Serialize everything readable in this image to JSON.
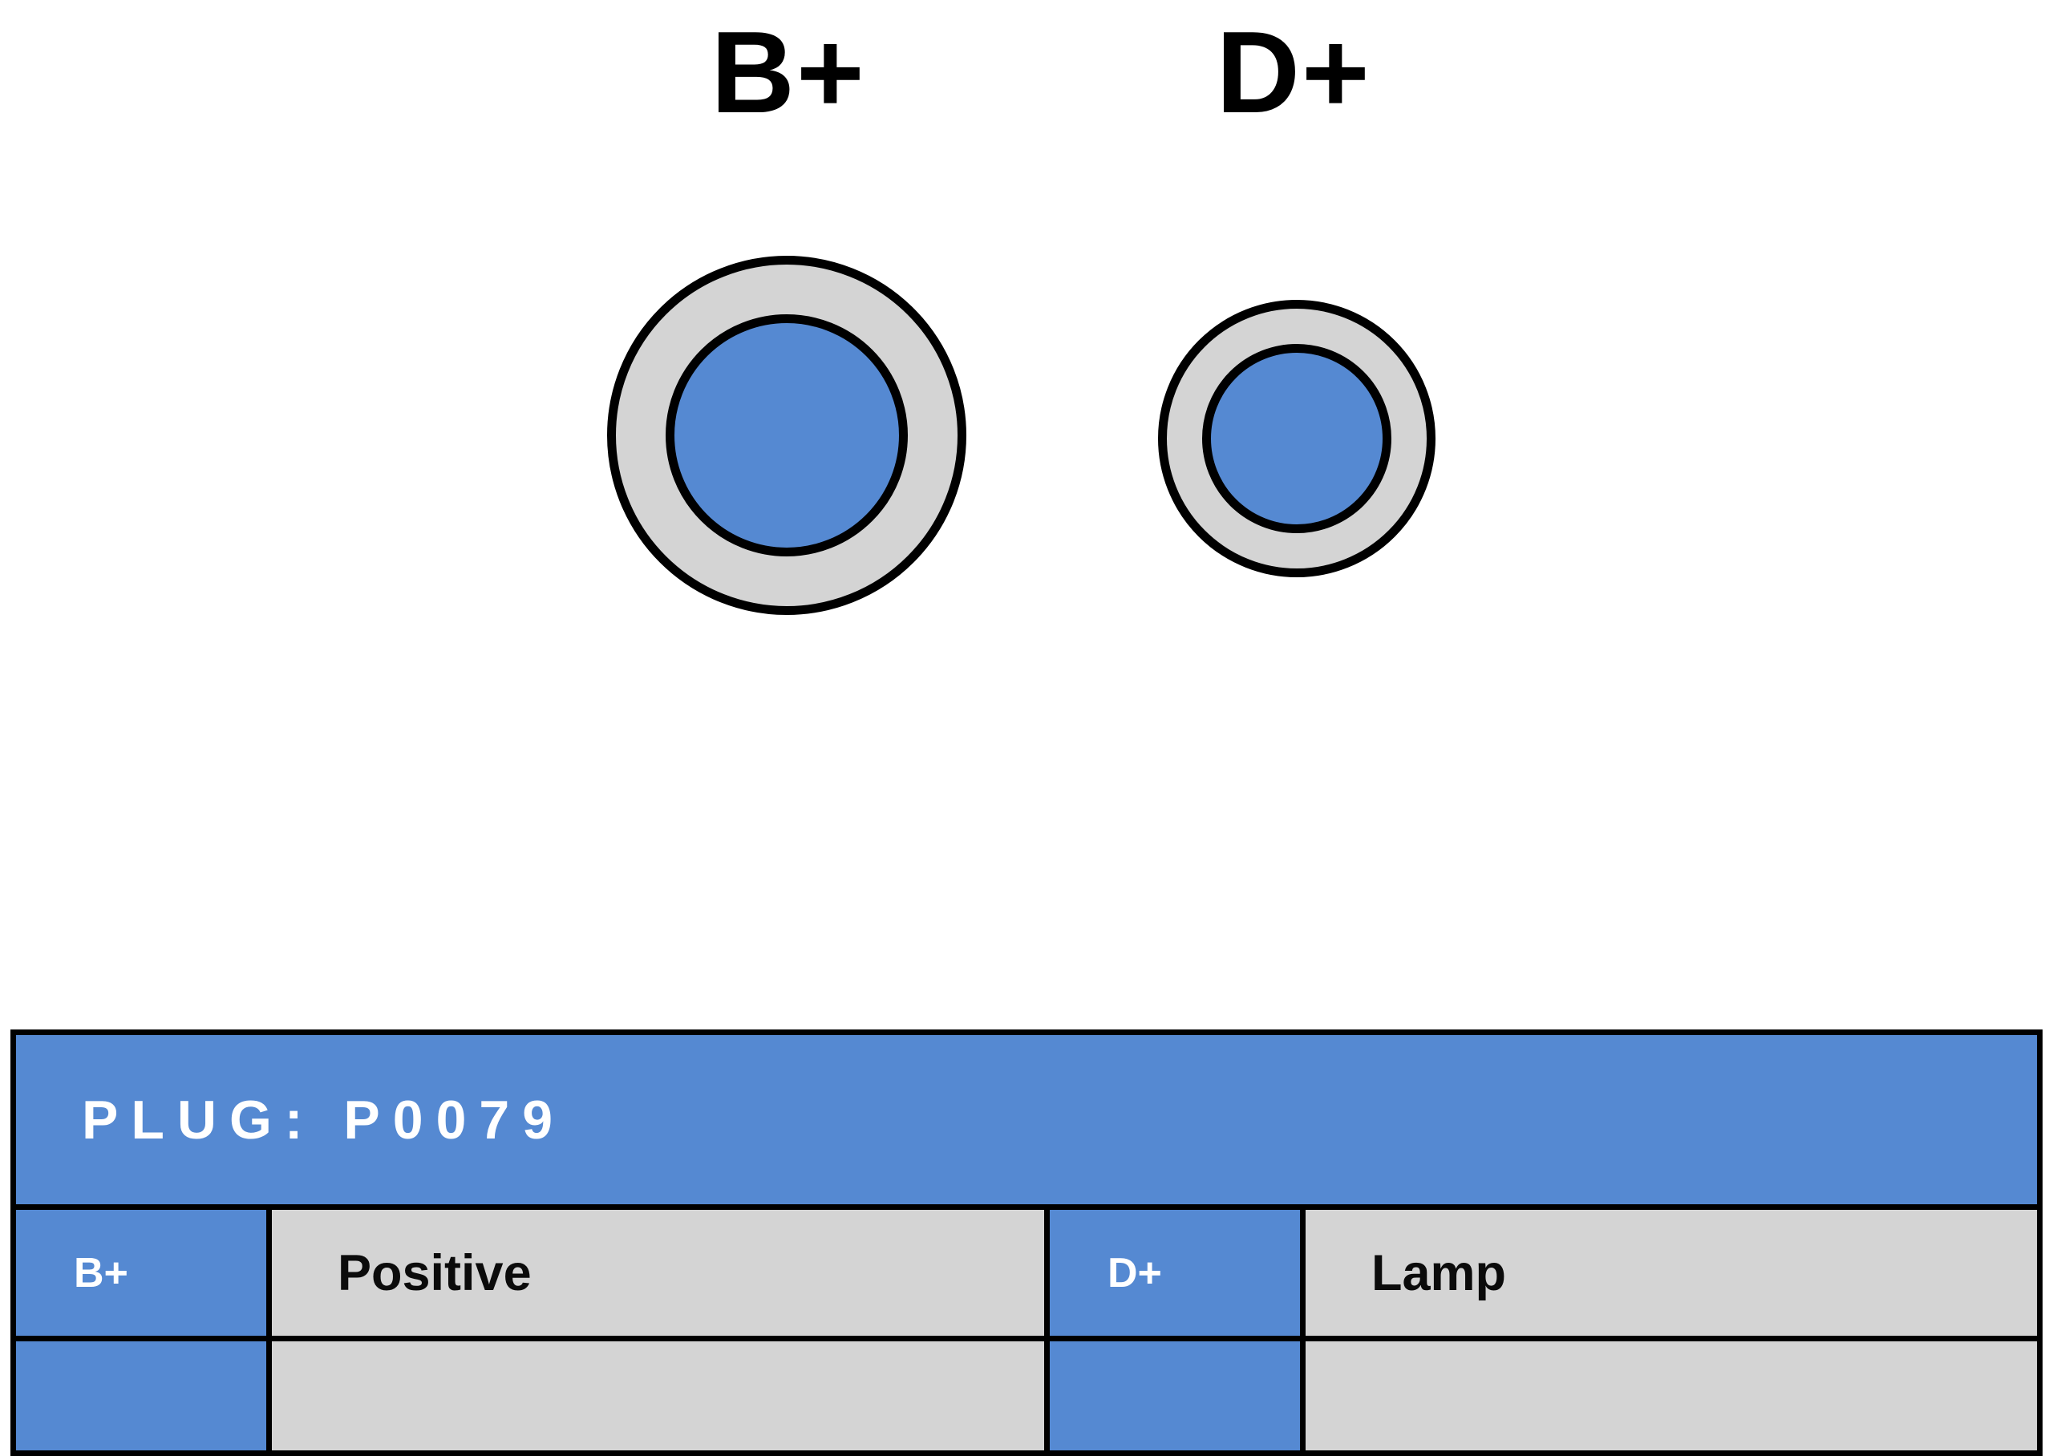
{
  "diagram": {
    "type": "connector-pinout",
    "title": "PLUG: P0079"
  },
  "terminals": [
    {
      "id": "B+",
      "label": "B+",
      "size": "large"
    },
    {
      "id": "D+",
      "label": "D+",
      "size": "small"
    }
  ],
  "plug_table": {
    "title": "PLUG: P0079",
    "rows": [
      {
        "cells": [
          {
            "label": "B+"
          },
          {
            "label": "Positive"
          },
          {
            "label": "D+"
          },
          {
            "label": "Lamp"
          }
        ]
      },
      {
        "cells": [
          {
            "label": ""
          },
          {
            "label": ""
          },
          {
            "label": ""
          },
          {
            "label": ""
          }
        ]
      }
    ]
  },
  "colors": {
    "accent_blue": "#5589d2",
    "cell_gray": "#d4d4d4",
    "border_black": "#000000",
    "text_white": "#ffffff"
  }
}
